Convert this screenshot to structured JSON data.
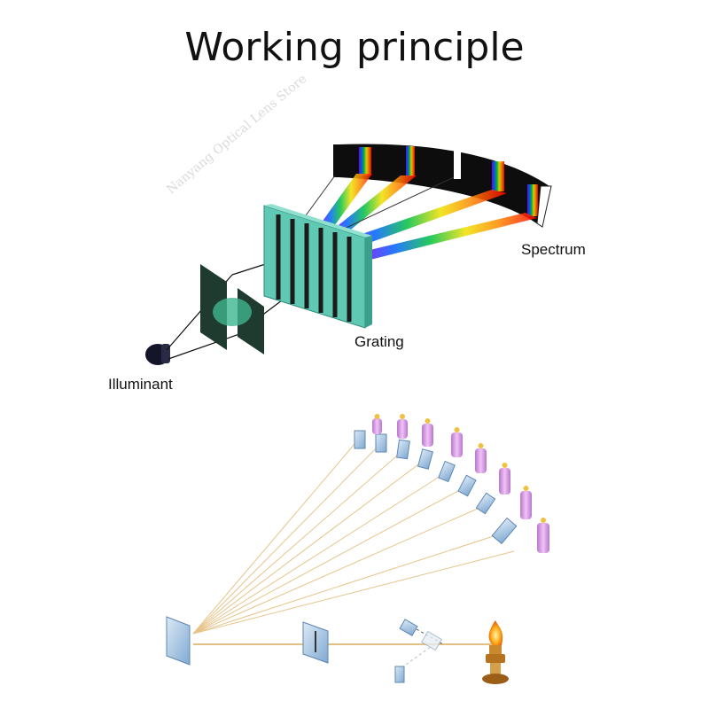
{
  "title": "Working principle",
  "labels": {
    "spectrum": "Spectrum",
    "grating": "Grating",
    "illuminant": "Illuminant"
  },
  "watermark": "Nanyang Optical Lens Store",
  "colors": {
    "grating": "#5fc9b4",
    "slit_panel": "#1f3a2e",
    "lamp_tube": "#d59be0",
    "flame": "#f0a020",
    "ray_lines": "#e6c48a",
    "slit_glass": "#a9cbe6"
  },
  "icons": {
    "light_source": "lamp-bulb-icon",
    "flame_source": "burner-flame-icon"
  }
}
